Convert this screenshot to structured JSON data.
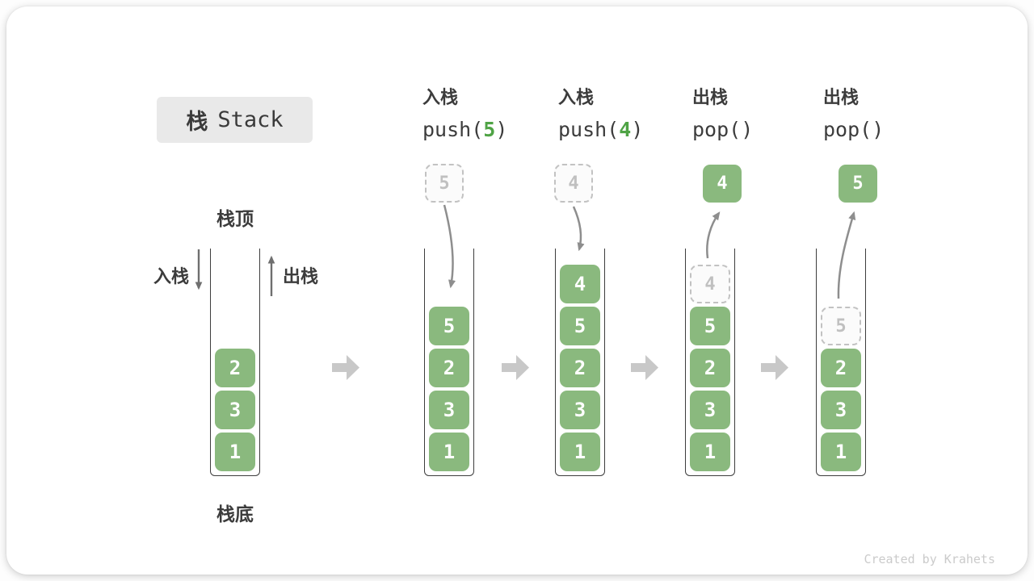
{
  "title": {
    "zh": "栈",
    "en": "Stack"
  },
  "labels": {
    "stack_top": "栈顶",
    "stack_bottom": "栈底",
    "push": "入栈",
    "pop": "出栈"
  },
  "operations": [
    {
      "label": "入栈",
      "fn": "push(",
      "arg": "5",
      "close": ")"
    },
    {
      "label": "入栈",
      "fn": "push(",
      "arg": "4",
      "close": ")"
    },
    {
      "label": "出栈",
      "fn": "pop(",
      "arg": "",
      "close": ")"
    },
    {
      "label": "出栈",
      "fn": "pop(",
      "arg": "",
      "close": ")"
    }
  ],
  "stacks": [
    {
      "blocks": [
        "2",
        "3",
        "1"
      ]
    },
    {
      "incoming": "5",
      "blocks": [
        "5",
        "2",
        "3",
        "1"
      ]
    },
    {
      "incoming": "4",
      "blocks": [
        "4",
        "5",
        "2",
        "3",
        "1"
      ]
    },
    {
      "outgoing": "4",
      "ghost": "4",
      "blocks": [
        "5",
        "2",
        "3",
        "1"
      ]
    },
    {
      "outgoing": "5",
      "ghost": "5",
      "blocks": [
        "2",
        "3",
        "1"
      ]
    }
  ],
  "colors": {
    "block_green": "#8ab97e",
    "code_digit_green": "#4fa345",
    "step_arrow_gray": "#c8c8c8",
    "motion_arrow_gray": "#8e8e8e",
    "ghost_gray": "#c2c2c2",
    "container_stroke": "#3d3d3d",
    "text_dark": "#3c3c3c",
    "title_bg": "#e9e9e9"
  },
  "watermark": "Created by Krahets"
}
